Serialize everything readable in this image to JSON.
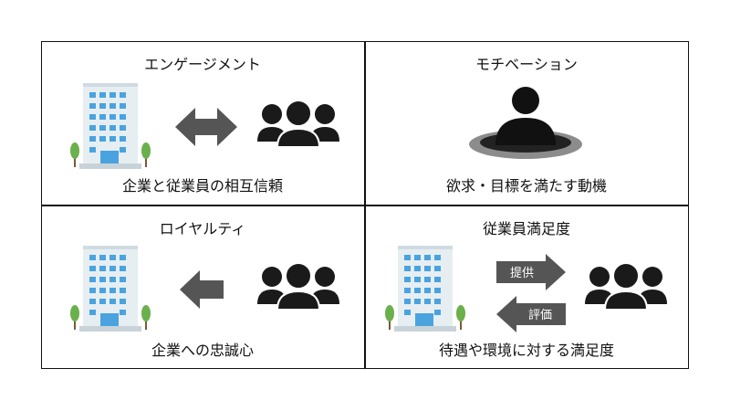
{
  "cells": [
    {
      "title": "エンゲージメント",
      "caption": "企業と従業員の相互信頼"
    },
    {
      "title": "モチベーション",
      "caption": "欲求・目標を満たす動機"
    },
    {
      "title": "ロイヤルティ",
      "caption": "企業への忠誠心"
    },
    {
      "title": "従業員満足度",
      "caption": "待遇や環境に対する満足度",
      "arrows": {
        "provide": "提供",
        "evaluate": "評価"
      }
    }
  ],
  "colors": {
    "border": "#111111",
    "arrow": "#555555",
    "person": "#1a1a1a",
    "building_glass": "#4aa3df",
    "building_body": "#e6eef2",
    "tree": "#6ab04c",
    "pit": "#8c8c8c"
  },
  "icons": [
    "office-building-icon",
    "people-group-icon",
    "double-arrow-icon",
    "left-arrow-icon",
    "person-in-hole-icon"
  ]
}
